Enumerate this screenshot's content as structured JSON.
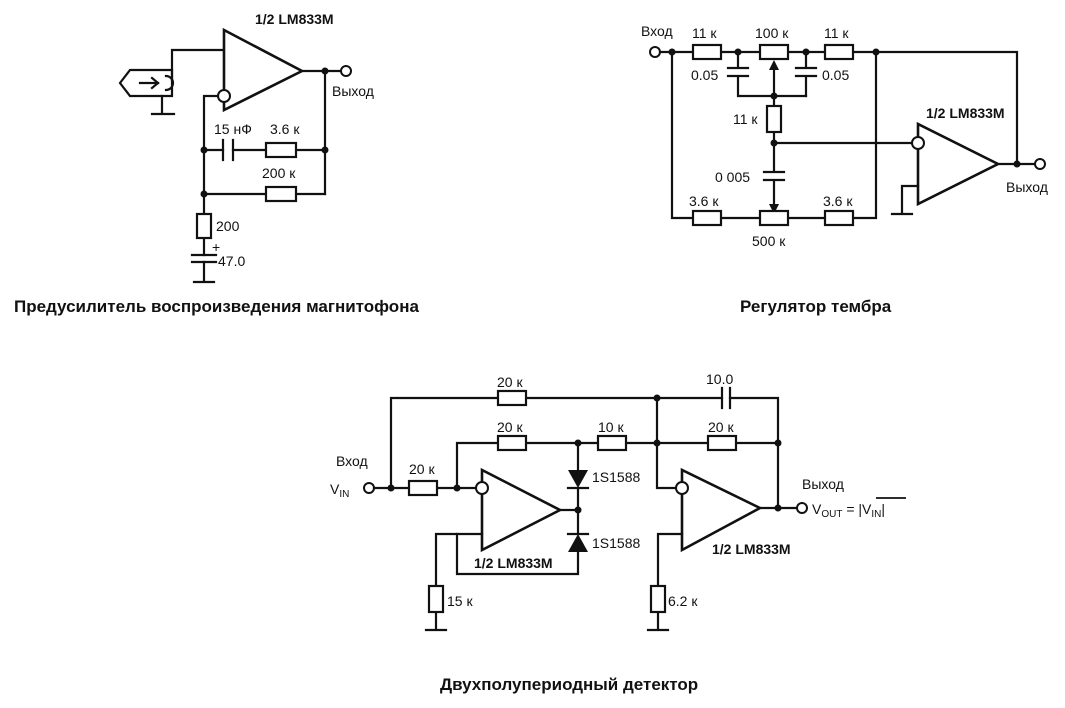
{
  "preamp": {
    "chip": "1/2 LM833M",
    "output": "Выход",
    "c1": "15 нФ",
    "r1": "3.6 к",
    "r2": "200 к",
    "r3": "200",
    "c2_plus": "+",
    "c2": "47.0",
    "caption": "Предусилитель воспроизведения магнитофона"
  },
  "tone": {
    "input": "Вход",
    "r_in": "11 к",
    "pot1": "100 к",
    "r_out": "11 к",
    "c_left": "0.05",
    "c_right": "0.05",
    "r_mid": "11 к",
    "c_mid": "0 005",
    "chip": "1/2 LM833M",
    "output": "Выход",
    "r_bl": "3.6 к",
    "r_br": "3.6 к",
    "pot2": "500 к",
    "caption": "Регулятор тембра"
  },
  "detector": {
    "r_top": "20 к",
    "c_top": "10.0",
    "r_fb1": "20 к",
    "r_mid": "10 к",
    "r_fb2": "20 к",
    "input": "Вход",
    "vin_v": "V",
    "vin_sub": "IN",
    "r_in": "20 к",
    "d1": "1S1588",
    "d2": "1S1588",
    "chip1": "1/2 LM833M",
    "chip2": "1/2 LM833M",
    "output": "Выход",
    "vout_v": "V",
    "vout_sub": "OUT",
    "vout_eq": " = |V",
    "vout_eq_sub": "IN",
    "vout_close": "|",
    "r_g1": "15 к",
    "r_g2": "6.2 к",
    "caption": "Двухполупериодный детектор"
  }
}
